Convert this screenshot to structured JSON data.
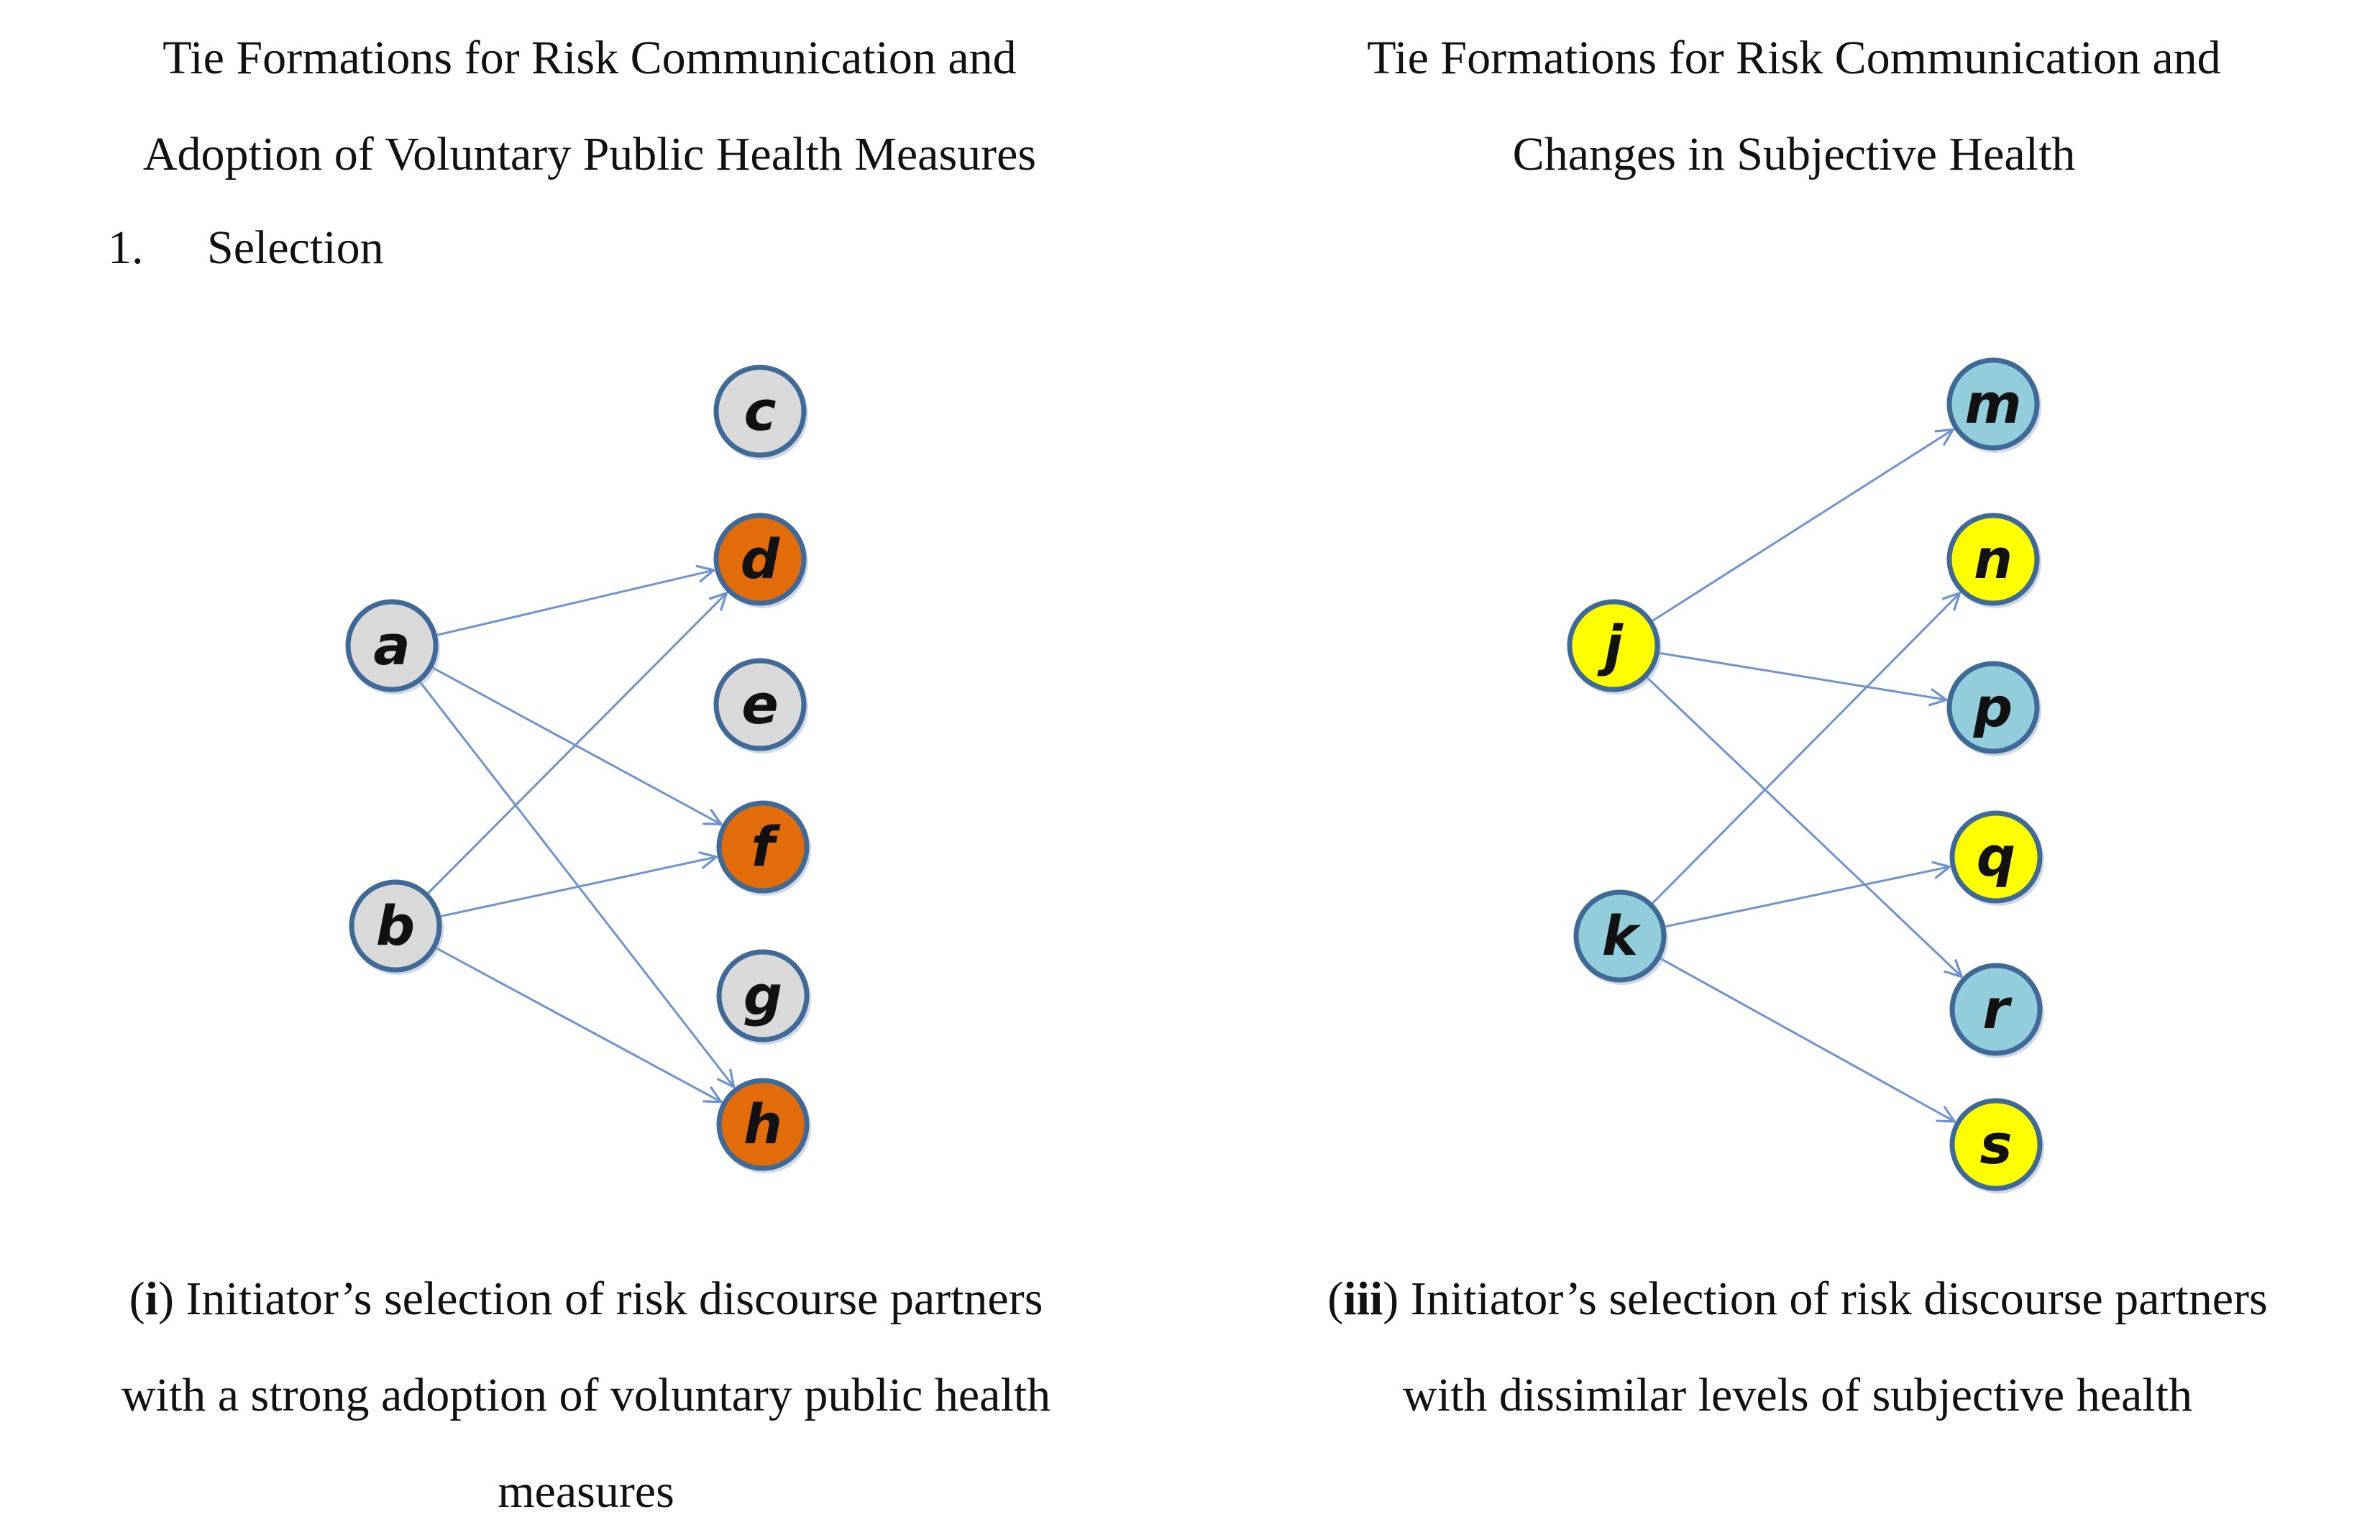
{
  "left_panel": {
    "title_line1": "Tie Formations for Risk Communication and",
    "title_line2": "Adoption of Voluntary Public Health Measures",
    "section_number": "1.",
    "section_label": "Selection",
    "caption_marker": "i",
    "caption_line1": " Initiator’s selection of risk discourse partners",
    "caption_line2": "with a strong adoption of voluntary public health",
    "caption_line3": "measures"
  },
  "right_panel": {
    "title_line1": "Tie Formations for Risk Communication and",
    "title_line2": "Changes in Subjective Health",
    "caption_marker": "iii",
    "caption_line1": " Initiator’s selection of risk discourse partners",
    "caption_line2": "with dissimilar levels of subjective health"
  },
  "colors": {
    "gray_node": "#d9d9d9",
    "orange_node": "#e36c0a",
    "blue_node": "#92cddc",
    "yellow_node": "#ffff00",
    "node_border": "#3f6997",
    "edge": "#6d93d1"
  },
  "nodes": [
    {
      "id": "a",
      "label": "a",
      "fill": "gray"
    },
    {
      "id": "b",
      "label": "b",
      "fill": "gray"
    },
    {
      "id": "c",
      "label": "c",
      "fill": "gray"
    },
    {
      "id": "d",
      "label": "d",
      "fill": "orange"
    },
    {
      "id": "e",
      "label": "e",
      "fill": "gray"
    },
    {
      "id": "f",
      "label": "f",
      "fill": "orange"
    },
    {
      "id": "g",
      "label": "g",
      "fill": "gray"
    },
    {
      "id": "h",
      "label": "h",
      "fill": "orange"
    },
    {
      "id": "j",
      "label": "j",
      "fill": "yellow"
    },
    {
      "id": "k",
      "label": "k",
      "fill": "blue"
    },
    {
      "id": "m",
      "label": "m",
      "fill": "blue"
    },
    {
      "id": "n",
      "label": "n",
      "fill": "yellow"
    },
    {
      "id": "p",
      "label": "p",
      "fill": "blue"
    },
    {
      "id": "q",
      "label": "q",
      "fill": "yellow"
    },
    {
      "id": "r",
      "label": "r",
      "fill": "blue"
    },
    {
      "id": "s",
      "label": "s",
      "fill": "yellow"
    }
  ],
  "edges": [
    {
      "from": "a",
      "to": "d"
    },
    {
      "from": "a",
      "to": "f"
    },
    {
      "from": "a",
      "to": "h"
    },
    {
      "from": "b",
      "to": "d"
    },
    {
      "from": "b",
      "to": "f"
    },
    {
      "from": "b",
      "to": "h"
    },
    {
      "from": "j",
      "to": "m"
    },
    {
      "from": "j",
      "to": "p"
    },
    {
      "from": "j",
      "to": "r"
    },
    {
      "from": "k",
      "to": "n"
    },
    {
      "from": "k",
      "to": "q"
    },
    {
      "from": "k",
      "to": "s"
    }
  ]
}
